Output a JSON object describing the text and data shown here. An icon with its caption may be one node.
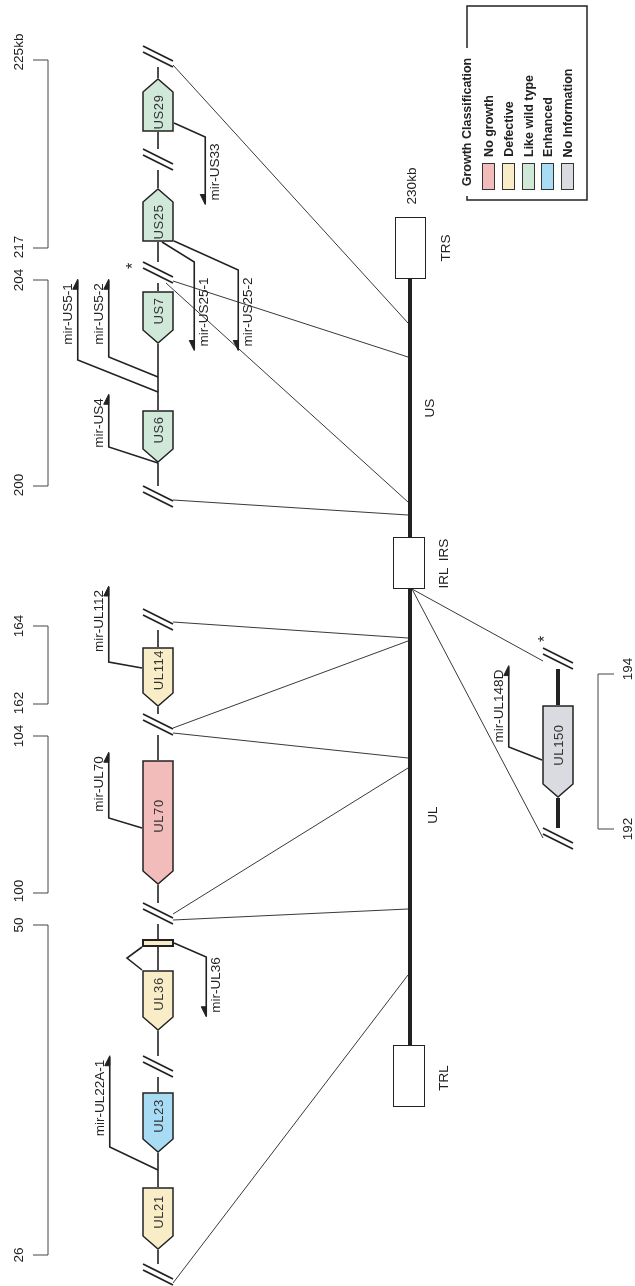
{
  "diagram": {
    "nodes": [
      {
        "text": [
          "TRS"
        ]
      },
      {
        "text": [
          "IRL",
          "IRS"
        ]
      },
      {
        "text": [
          "TRL"
        ]
      },
      {
        "text": [
          "US29"
        ]
      },
      {
        "text": [
          "US25"
        ]
      },
      {
        "text": [
          "US7"
        ]
      },
      {
        "text": [
          "US6"
        ]
      },
      {
        "text": [
          "UL114"
        ]
      },
      {
        "text": [
          "UL70"
        ]
      },
      {
        "text": [],
        "shape": "bar"
      },
      {
        "text": [
          "UL36"
        ]
      },
      {
        "text": [
          "UL23"
        ]
      },
      {
        "text": [
          "UL21"
        ]
      },
      {
        "text": [
          "UL150"
        ]
      },
      {
        "text": [
          "mir-US33"
        ]
      },
      {
        "text": [
          "mir-US25-1"
        ]
      },
      {
        "text": [
          "mir-US25-2"
        ]
      },
      {
        "text": [
          "mir-US5-1"
        ]
      },
      {
        "text": [
          "mir-US5-2"
        ]
      },
      {
        "text": [
          "mir-US4"
        ]
      },
      {
        "text": [
          "mir-UL112"
        ]
      },
      {
        "text": [
          "mir-UL70"
        ]
      },
      {
        "text": [
          "mir-UL36"
        ]
      },
      {
        "text": [
          "mir-UL22A-1"
        ]
      },
      {
        "text": [
          "mir-UL148D"
        ]
      },
      {
        "text": [],
        "shape": "break"
      },
      {
        "text": [],
        "shape": "break"
      },
      {
        "text": [],
        "shape": "break"
      },
      {
        "text": [],
        "shape": "break"
      },
      {
        "text": [],
        "shape": "break"
      },
      {
        "text": [],
        "shape": "break"
      },
      {
        "text": [],
        "shape": "break"
      },
      {
        "text": [],
        "shape": "break"
      },
      {
        "text": [],
        "shape": "break"
      },
      {
        "text": [],
        "shape": "break"
      },
      {
        "text": [],
        "shape": "break"
      }
    ],
    "edges": [
      {
        "from": 2,
        "to": 1,
        "arrow": "none",
        "style": "thick",
        "label": "UL"
      },
      {
        "from": 1,
        "to": 0,
        "arrow": "none",
        "style": "thick",
        "label": "US"
      },
      {
        "from": 25,
        "to": 3,
        "arrow": "none"
      },
      {
        "from": 3,
        "to": 26,
        "arrow": "none"
      },
      {
        "from": 26,
        "to": 4,
        "arrow": "none"
      },
      {
        "from": 4,
        "to": 27,
        "arrow": "none"
      },
      {
        "from": 27,
        "to": 5,
        "arrow": "none"
      },
      {
        "from": 5,
        "to": 6,
        "arrow": "none"
      },
      {
        "from": 6,
        "to": 28,
        "arrow": "none"
      },
      {
        "from": 29,
        "to": 7,
        "arrow": "none"
      },
      {
        "from": 7,
        "to": 31,
        "arrow": "none"
      },
      {
        "from": 31,
        "to": 8,
        "arrow": "none"
      },
      {
        "from": 8,
        "to": 33,
        "arrow": "none"
      },
      {
        "from": 33,
        "to": 9,
        "arrow": "none"
      },
      {
        "from": 9,
        "to": 10,
        "arrow": "none"
      },
      {
        "from": 10,
        "to": 9,
        "arrow": "none"
      },
      {
        "from": 10,
        "to": 34,
        "arrow": "none"
      },
      {
        "from": 34,
        "to": 11,
        "arrow": "none"
      },
      {
        "from": 11,
        "to": 12,
        "arrow": "none"
      },
      {
        "from": 12,
        "to": 35,
        "arrow": "none"
      },
      {
        "from": 30,
        "to": 13,
        "arrow": "none",
        "style": "thick"
      },
      {
        "from": 13,
        "to": 32,
        "arrow": "none",
        "style": "thick"
      },
      {
        "from": 3,
        "to": 14,
        "arrow": "to"
      },
      {
        "from": 4,
        "to": 15,
        "arrow": "to"
      },
      {
        "from": 4,
        "to": 16,
        "arrow": "to"
      },
      {
        "from": null,
        "to": 17,
        "arrow": "to"
      },
      {
        "from": null,
        "to": 18,
        "arrow": "to"
      },
      {
        "from": 6,
        "to": 19,
        "arrow": "to"
      },
      {
        "from": 7,
        "to": 20,
        "arrow": "to"
      },
      {
        "from": 8,
        "to": 21,
        "arrow": "to"
      },
      {
        "from": 9,
        "to": 22,
        "arrow": "to"
      },
      {
        "from": null,
        "to": 23,
        "arrow": "to"
      },
      {
        "from": 13,
        "to": 24,
        "arrow": "to"
      },
      {
        "from": 25,
        "to": null,
        "arrow": "none"
      },
      {
        "from": 27,
        "to": null,
        "arrow": "none"
      },
      {
        "from": 27,
        "to": null,
        "arrow": "none"
      },
      {
        "from": 28,
        "to": null,
        "arrow": "none"
      },
      {
        "from": 29,
        "to": null,
        "arrow": "none"
      },
      {
        "from": 31,
        "to": null,
        "arrow": "none"
      },
      {
        "from": 31,
        "to": null,
        "arrow": "none"
      },
      {
        "from": 33,
        "to": null,
        "arrow": "none"
      },
      {
        "from": 33,
        "to": null,
        "arrow": "none"
      },
      {
        "from": 35,
        "to": null,
        "arrow": "none"
      },
      {
        "from": 1,
        "to": 30,
        "arrow": "none"
      },
      {
        "from": 1,
        "to": 32,
        "arrow": "none"
      }
    ],
    "labels": [
      "225kb",
      "217",
      "204",
      "200",
      "164",
      "162",
      "104",
      "100",
      "50",
      "26",
      "230kb",
      "*",
      "*",
      "194",
      "192",
      "Growth Classification"
    ],
    "legend": [
      {
        "text": "No growth",
        "color": "#f2bcbb"
      },
      {
        "text": "Defective",
        "color": "#f9edc8"
      },
      {
        "text": "Like wild type",
        "color": "#cfe8d7"
      },
      {
        "text": "Enhanced",
        "color": "#a8dcf4"
      },
      {
        "text": "No Information",
        "color": "#d9dbe0"
      }
    ]
  }
}
